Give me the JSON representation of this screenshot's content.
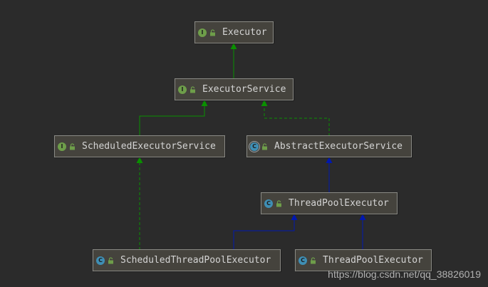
{
  "colors": {
    "background": "#2b2b2b",
    "node_fill": "#45433d",
    "node_border": "#8a8a85",
    "implements_edge": "#0a9000",
    "extends_edge": "#0018b0"
  },
  "nodes": [
    {
      "id": "executor",
      "label": "Executor",
      "kind": "interface",
      "badge": "I"
    },
    {
      "id": "executor-service",
      "label": "ExecutorService",
      "kind": "interface",
      "badge": "I"
    },
    {
      "id": "scheduled-executor-service",
      "label": "ScheduledExecutorService",
      "kind": "interface",
      "badge": "I"
    },
    {
      "id": "abstract-executor-service",
      "label": "AbstractExecutorService",
      "kind": "abstract",
      "badge": "C"
    },
    {
      "id": "thread-pool-executor",
      "label": "ThreadPoolExecutor",
      "kind": "class",
      "badge": "C"
    },
    {
      "id": "scheduled-thread-pool-executor",
      "label": "ScheduledThreadPoolExecutor",
      "kind": "class",
      "badge": "C"
    },
    {
      "id": "thread-pool-executor-2",
      "label": "ThreadPoolExecutor",
      "kind": "class",
      "badge": "C"
    }
  ],
  "edges": [
    {
      "from": "executor-service",
      "to": "executor",
      "relation": "extends-interface",
      "style": "solid",
      "color": "green"
    },
    {
      "from": "scheduled-executor-service",
      "to": "executor-service",
      "relation": "extends-interface",
      "style": "solid",
      "color": "green"
    },
    {
      "from": "abstract-executor-service",
      "to": "executor-service",
      "relation": "implements",
      "style": "dashed",
      "color": "green"
    },
    {
      "from": "scheduled-thread-pool-executor",
      "to": "scheduled-executor-service",
      "relation": "implements",
      "style": "dashed",
      "color": "green"
    },
    {
      "from": "thread-pool-executor",
      "to": "abstract-executor-service",
      "relation": "extends",
      "style": "solid",
      "color": "blue"
    },
    {
      "from": "scheduled-thread-pool-executor",
      "to": "thread-pool-executor",
      "relation": "extends",
      "style": "solid",
      "color": "blue"
    },
    {
      "from": "thread-pool-executor-2",
      "to": "thread-pool-executor",
      "relation": "extends",
      "style": "solid",
      "color": "blue"
    }
  ],
  "watermark": "https://blog.csdn.net/qq_38826019"
}
